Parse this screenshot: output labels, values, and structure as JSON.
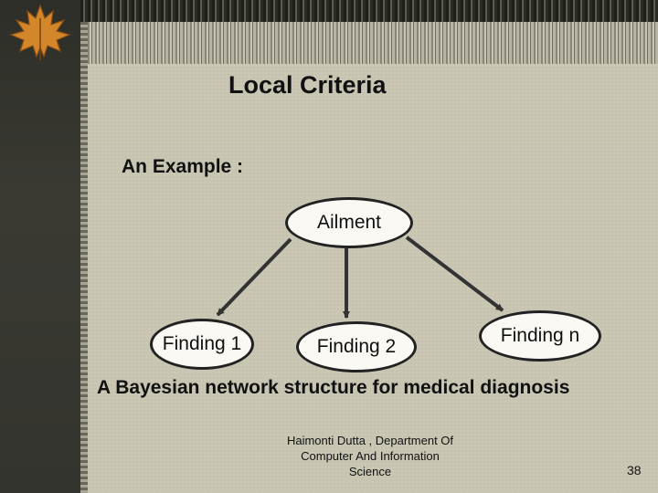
{
  "slide": {
    "title": "Local Criteria",
    "subtitle": "An Example :",
    "caption": "A Bayesian network structure for medical diagnosis",
    "footer_lines": [
      "Haimonti Dutta , Department Of",
      "Computer And Information",
      "Science"
    ],
    "page_number": "38"
  },
  "diagram": {
    "nodes": [
      {
        "id": "ailment",
        "label": "Ailment"
      },
      {
        "id": "finding1",
        "label": "Finding 1"
      },
      {
        "id": "finding2",
        "label": "Finding 2"
      },
      {
        "id": "findingn",
        "label": "Finding n"
      }
    ],
    "edges": [
      {
        "from": "ailment",
        "to": "finding1"
      },
      {
        "from": "ailment",
        "to": "finding2"
      },
      {
        "from": "ailment",
        "to": "findingn"
      }
    ]
  },
  "colors": {
    "slide_background": "#c9c6b3",
    "node_fill": "#faf9f4",
    "edge": "#333333",
    "text": "#111111"
  },
  "icons": [
    "maple-leaf-icon"
  ]
}
